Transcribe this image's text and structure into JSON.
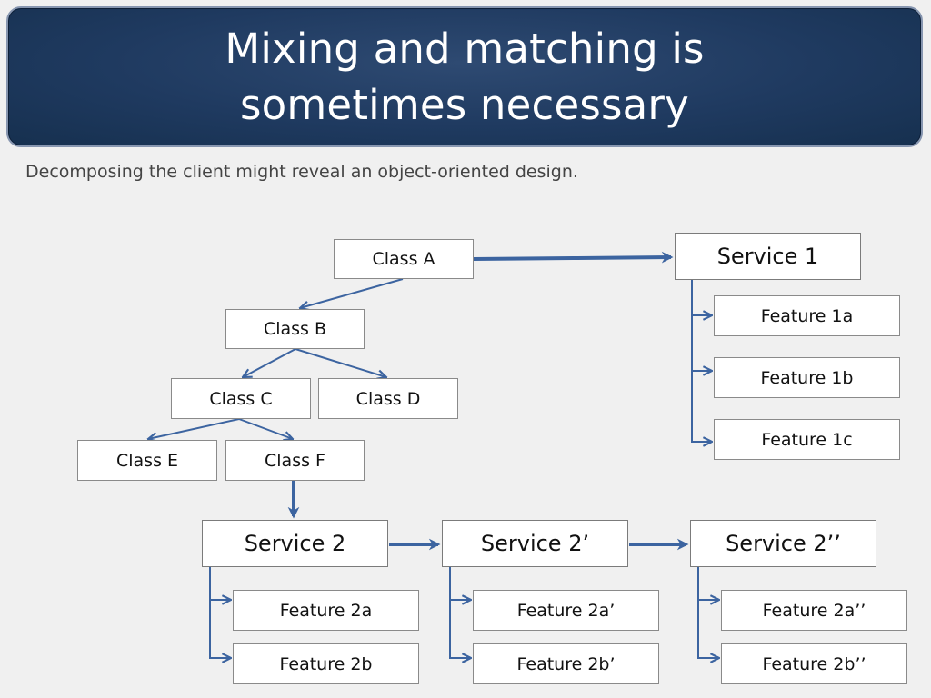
{
  "title": {
    "line1": "Mixing and matching is",
    "line2": "sometimes necessary"
  },
  "subtitle": "Decomposing the client might reveal an object-oriented design.",
  "nodes": {
    "class_a": "Class A",
    "class_b": "Class B",
    "class_c": "Class C",
    "class_d": "Class D",
    "class_e": "Class E",
    "class_f": "Class F",
    "service_1": "Service 1",
    "feature_1a": "Feature 1a",
    "feature_1b": "Feature 1b",
    "feature_1c": "Feature 1c",
    "service_2": "Service 2",
    "service_2p": "Service 2’",
    "service_2pp": "Service 2’’",
    "feature_2a": "Feature 2a",
    "feature_2b": "Feature 2b",
    "feature_2ap": "Feature 2a’",
    "feature_2bp": "Feature 2b’",
    "feature_2app": "Feature 2a’’",
    "feature_2bpp": "Feature 2b’’"
  },
  "colors": {
    "arrow": "#3c64a0",
    "title_bg": "#1f3a60",
    "title_text": "#ffffff",
    "background": "#f0f0f0"
  }
}
